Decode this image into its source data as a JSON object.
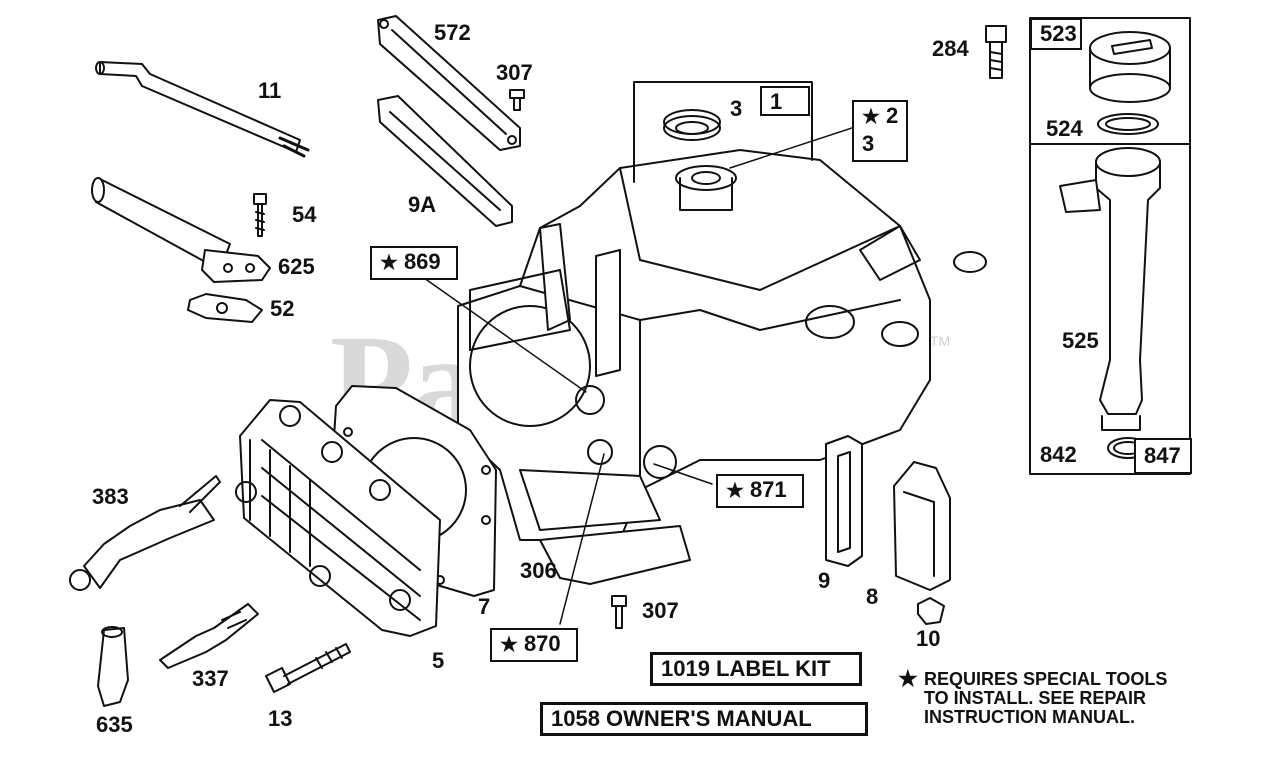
{
  "watermark": {
    "text": "PartsTree",
    "tm": "TM"
  },
  "callouts": {
    "c11": "11",
    "c572": "572",
    "c307a": "307",
    "c54": "54",
    "c625": "625",
    "c52": "52",
    "c9a": "9A",
    "c3a": "3",
    "c383": "383",
    "c5": "5",
    "c7": "7",
    "c306": "306",
    "c337": "337",
    "c635": "635",
    "c13": "13",
    "c307b": "307",
    "c9": "9",
    "c8": "8",
    "c10": "10",
    "c284": "284",
    "c524": "524",
    "c525": "525",
    "c842": "842",
    "c3b": "3"
  },
  "boxes": {
    "b1": "1",
    "b2": "2",
    "b523": "523",
    "b847": "847",
    "b869": "869",
    "b871": "871",
    "b870": "870"
  },
  "kits": {
    "label_kit": "1019 LABEL KIT",
    "owners_manual": "1058 OWNER'S MANUAL"
  },
  "note": {
    "symbol": "★",
    "line1": "REQUIRES SPECIAL TOOLS",
    "line2": "TO INSTALL.  SEE REPAIR",
    "line3": "INSTRUCTION MANUAL."
  },
  "star_symbol": "★"
}
